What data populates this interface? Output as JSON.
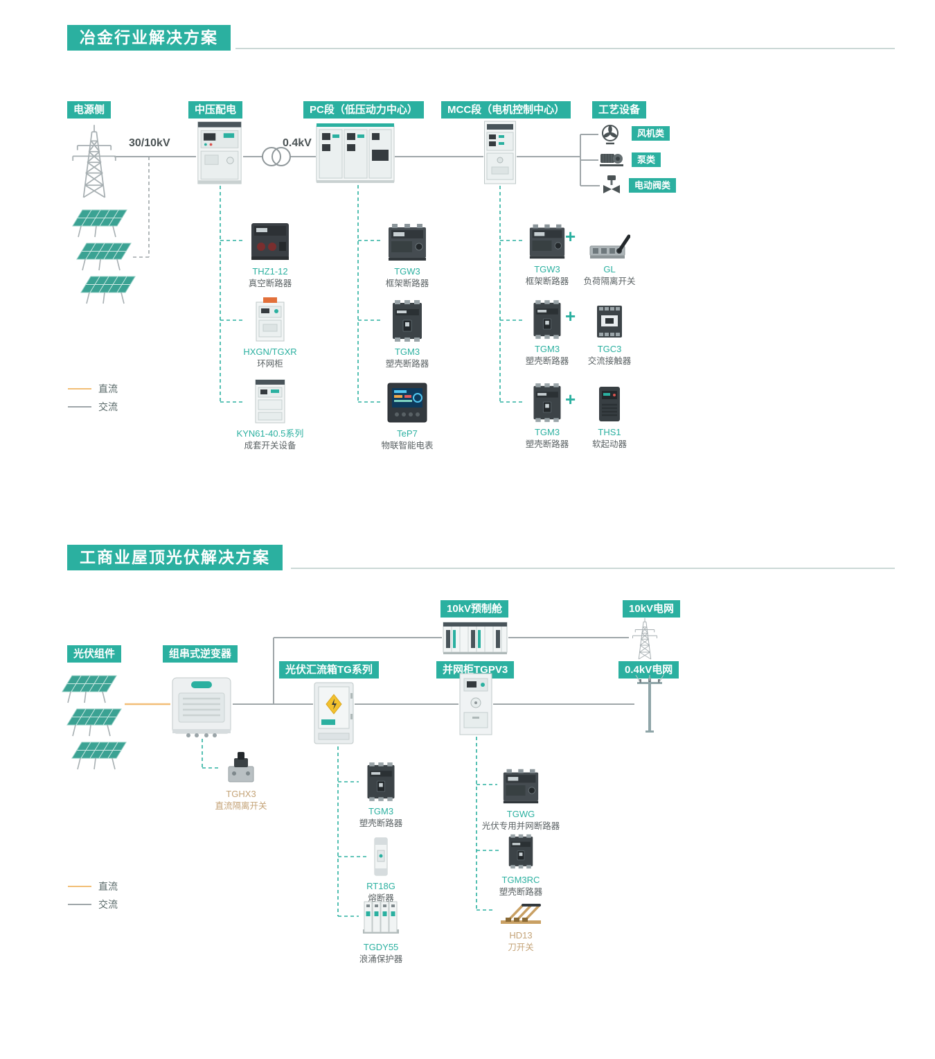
{
  "colors": {
    "teal_accent": "#2BB0A0",
    "dc_line": "#F2BE76",
    "ac_line": "#9FA6A9",
    "product_name_text": "#2BB0A0",
    "product_desc_text": "#5A6163",
    "tan_text": "#C4A377"
  },
  "symbols": {
    "plus": "+"
  },
  "section1": {
    "title": "冶金行业解决方案",
    "stages": {
      "power_side": "电源侧",
      "mv_distribution": "中压配电",
      "pc_section": "PC段（低压动力中心）",
      "mcc_section": "MCC段（电机控制中心）",
      "process_equipment": "工艺设备"
    },
    "voltages": {
      "incoming": "30/10kV",
      "lv": "0.4kV"
    },
    "loads": [
      "风机类",
      "泵类",
      "电动阀类"
    ],
    "mv_products": [
      {
        "name": "THZ1-12",
        "desc": "真空断路器"
      },
      {
        "name": "HXGN/TGXR",
        "desc": "环网柜"
      },
      {
        "name": "KYN61-40.5系列",
        "desc": "成套开关设备"
      }
    ],
    "pc_products": [
      {
        "name": "TGW3",
        "desc": "框架断路器"
      },
      {
        "name": "TGM3",
        "desc": "塑壳断路器"
      },
      {
        "name": "TeP7",
        "desc": "物联智能电表"
      }
    ],
    "mcc_rows": [
      {
        "left": {
          "name": "TGW3",
          "desc": "框架断路器"
        },
        "right": {
          "name": "GL",
          "desc": "负荷隔离开关"
        }
      },
      {
        "left": {
          "name": "TGM3",
          "desc": "塑壳断路器"
        },
        "right": {
          "name": "TGC3",
          "desc": "交流接触器"
        }
      },
      {
        "left": {
          "name": "TGM3",
          "desc": "塑壳断路器"
        },
        "right": {
          "name": "THS1",
          "desc": "软起动器"
        }
      }
    ],
    "legend": {
      "dc": "直流",
      "ac": "交流"
    }
  },
  "section2": {
    "title": "工商业屋顶光伏解决方案",
    "stages": {
      "pv_modules": "光伏组件",
      "string_inverter": "组串式逆变器",
      "combiner_box": "光伏汇流箱TG系列",
      "grid_cabinet": "并网柜TGPV3",
      "prefab_cabin": "10kV预制舱",
      "grid_10kv": "10kV电网",
      "grid_04kv": "0.4kV电网"
    },
    "inverter_switch": {
      "name": "TGHX3",
      "desc": "直流隔离开关"
    },
    "combiner_products": [
      {
        "name": "TGM3",
        "desc": "塑壳断路器"
      },
      {
        "name": "RT18G",
        "desc": "熔断器"
      },
      {
        "name": "TGDY55",
        "desc": "浪涌保护器"
      }
    ],
    "grid_products": [
      {
        "name": "TGWG",
        "desc": "光伏专用并网断路器"
      },
      {
        "name": "TGM3RC",
        "desc": "塑壳断路器"
      },
      {
        "name": "HD13",
        "desc": "刀开关"
      }
    ],
    "legend": {
      "dc": "直流",
      "ac": "交流"
    }
  }
}
